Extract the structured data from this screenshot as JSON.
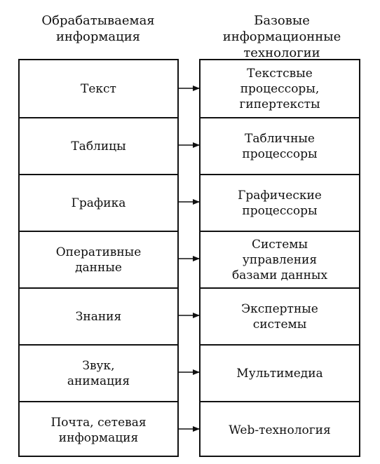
{
  "headers": {
    "left": "Обрабатываемая\nинформация",
    "right": "Базовые информационные\nтехнологии"
  },
  "rows": [
    {
      "info": "Текст",
      "tech": "Текстсвые\nпроцессоры,\nгипертексты"
    },
    {
      "info": "Таблицы",
      "tech": "Табличные\nпроцессоры"
    },
    {
      "info": "Графика",
      "tech": "Графические\nпроцессоры"
    },
    {
      "info": "Оперативные\nданные",
      "tech": "Системы\nуправления\nбазами данных"
    },
    {
      "info": "Знания",
      "tech": "Экспертные\nсистемы"
    },
    {
      "info": "Звук,\nанимация",
      "tech": "Мультимедиа"
    },
    {
      "info": "Почта, сетевая\nинформация",
      "tech": "Web-технология"
    }
  ]
}
